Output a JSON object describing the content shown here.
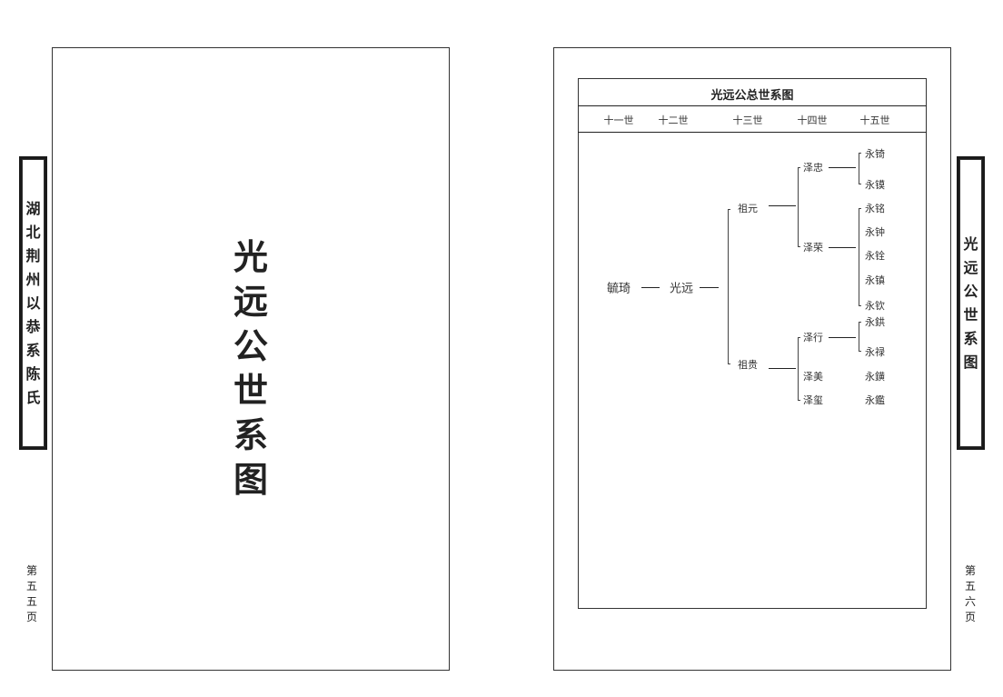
{
  "left_page": {
    "side_tab": [
      "湖",
      "北",
      "荆",
      "州",
      "以",
      "恭",
      "系",
      "陈",
      "氏"
    ],
    "title": [
      "光",
      "远",
      "公",
      "世",
      "系",
      "图"
    ],
    "page_number": [
      "第",
      "五",
      "五",
      "页"
    ]
  },
  "right_page": {
    "side_tab": [
      "光",
      "远",
      "公",
      "世",
      "系",
      "图"
    ],
    "page_number": [
      "第",
      "五",
      "六",
      "页"
    ],
    "chart_title": "光远公总世系图",
    "generations": [
      "十一世",
      "十二世",
      "十三世",
      "十四世",
      "十五世"
    ],
    "tree": {
      "g11": "毓琦",
      "g12": "光远",
      "g13": [
        "祖元",
        "祖贵"
      ],
      "g14": [
        "泽忠",
        "泽荣",
        "泽行",
        "泽美",
        "泽玺"
      ],
      "g15": [
        "永锜",
        "永镆",
        "永铭",
        "永钟",
        "永铨",
        "永镇",
        "永钦",
        "永鉷",
        "永禄",
        "永鐄",
        "永鑑"
      ]
    }
  }
}
